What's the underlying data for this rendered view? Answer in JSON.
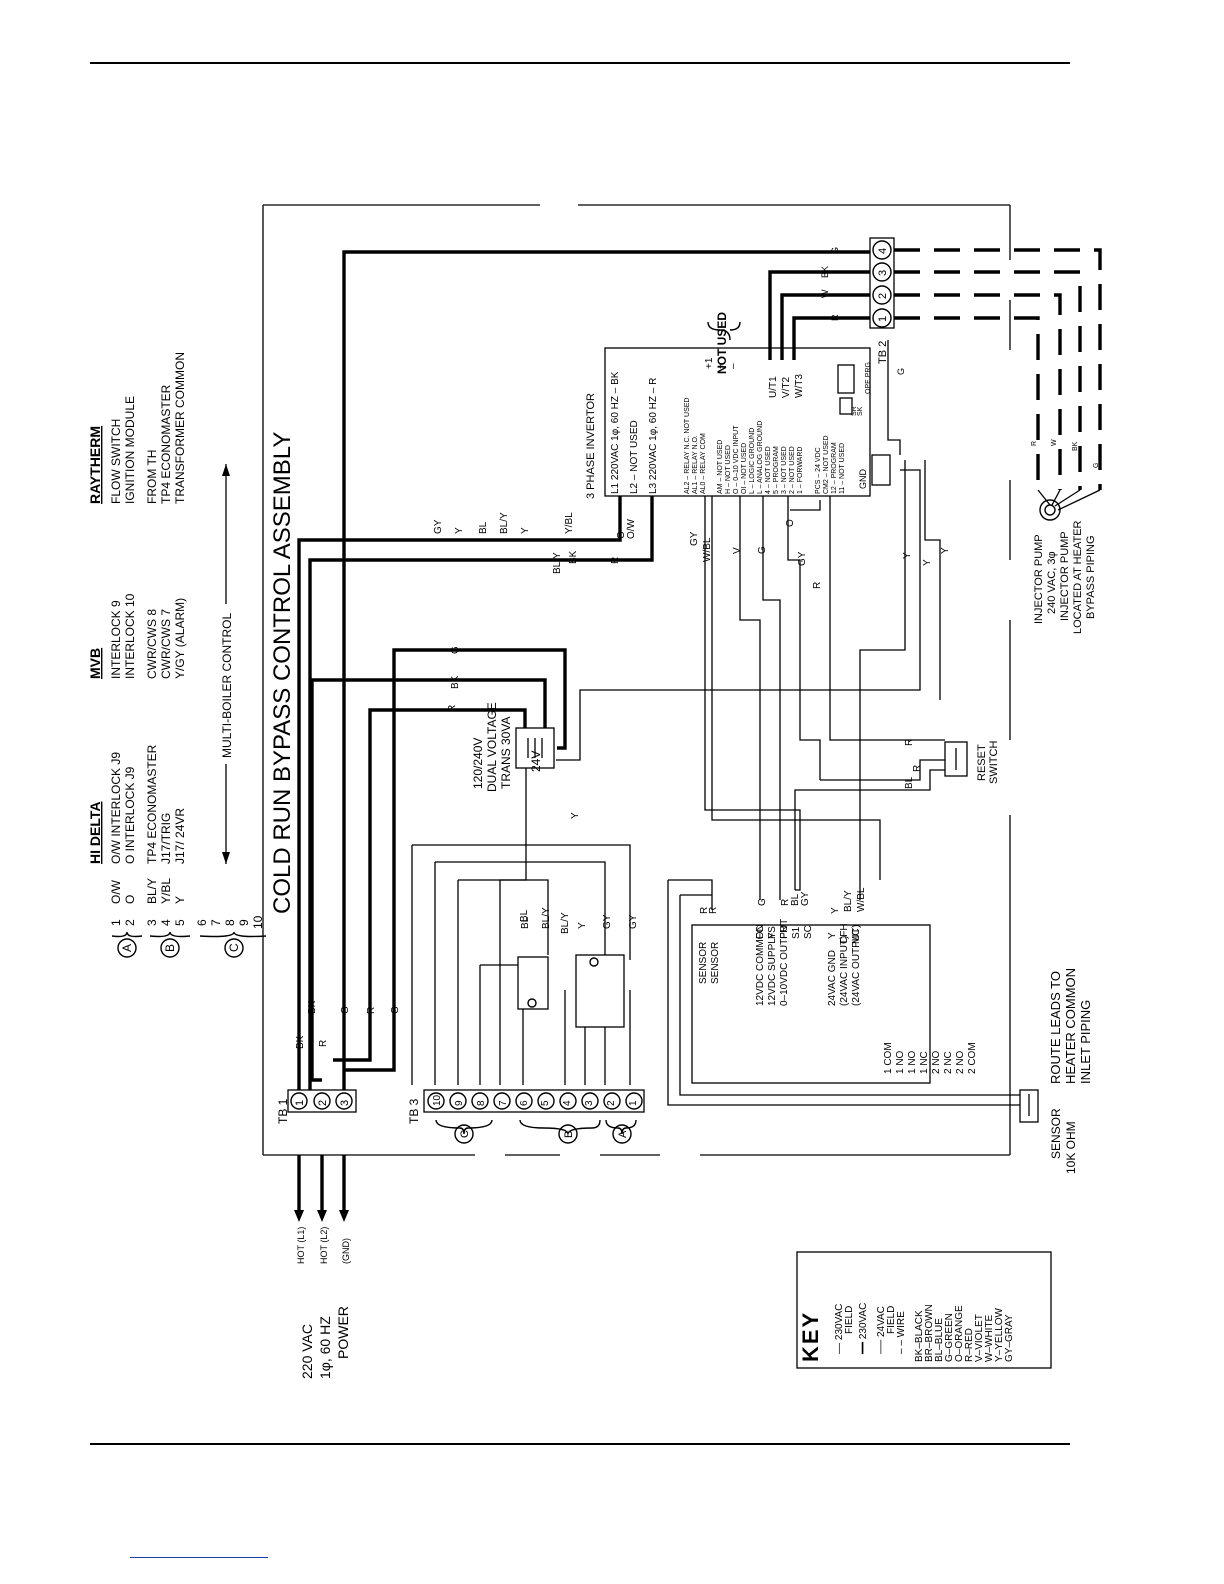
{
  "title": "COLD RUN BYPASS CONTROL ASSEMBLY",
  "columns": {
    "hi_delta": {
      "head": "HI DELTA",
      "rows": [
        "O/W INTERLOCK J9",
        "O INTERLOCK J9",
        "TP4 ECONOMASTER",
        "J17/TRIG",
        "J17/ 24VR"
      ]
    },
    "mvb": {
      "head": "MVB",
      "rows": [
        "INTERLOCK 9",
        "INTERLOCK 10",
        "CWR/CWS 8",
        "CWR/CWS 7",
        "Y/GY (ALARM)"
      ]
    },
    "raytherm": {
      "head": "RAYTHERM",
      "rows": [
        "FLOW SWITCH",
        "IGNITION MODULE",
        "FROM TH",
        "TP4 ECONOMASTER",
        "TRANSFORMER COMMON"
      ]
    }
  },
  "legend_rows": [
    {
      "num": "1",
      "wire": "O/W"
    },
    {
      "num": "2",
      "wire": "O"
    },
    {
      "num": "3",
      "wire": "BL/Y"
    },
    {
      "num": "4",
      "wire": "Y/BL"
    },
    {
      "num": "5",
      "wire": "Y"
    },
    {
      "num": "6",
      "wire": ""
    },
    {
      "num": "7",
      "wire": ""
    },
    {
      "num": "8",
      "wire": ""
    },
    {
      "num": "9",
      "wire": ""
    },
    {
      "num": "10",
      "wire": ""
    }
  ],
  "groups": [
    "A",
    "B",
    "C"
  ],
  "multi_boiler": "MULTI-BOILER CONTROL",
  "power": {
    "line1": "220 VAC",
    "line2": "1φ, 60 HZ",
    "line3": "POWER",
    "l1": "HOT (L1)",
    "l2": "HOT (L2)",
    "gnd": "(GND)"
  },
  "tb1": {
    "label": "TB 1",
    "terms": [
      "1",
      "2",
      "3"
    ]
  },
  "tb3": {
    "label": "TB 3",
    "terms": [
      "10",
      "9",
      "8",
      "7",
      "6",
      "5",
      "4",
      "3",
      "2",
      "1"
    ]
  },
  "tb2": {
    "label": "TB 2",
    "terms": [
      "1",
      "2",
      "3",
      "4"
    ]
  },
  "transformer": {
    "line1": "120/240V",
    "line2": "DUAL VOLTAGE",
    "line3": "TRANS 30VA",
    "tap": "24V"
  },
  "inverter": {
    "title": "3 PHASE INVERTOR",
    "l1": "L1 220VAC 1φ, 60 HZ – BK",
    "l2": "L2 – NOT USED",
    "l3": "L3 220VAC 1φ, 60 HZ – R",
    "relay": [
      "AL2 – RELAY N.C. NOT USED",
      "AL1 – RELAY N.O.",
      "AL0 – RELAY COM"
    ],
    "io": [
      "AM – NOT USED",
      "H – NOT USED",
      "O – 0–10 VDC INPUT",
      "OI – NOT USED",
      "L – LOGIC GROUND",
      "L – ANALOG GROUND",
      "4 – NOT USED",
      "5 – PROGRAM",
      "3 – NOT USED",
      "2 – NOT USED",
      "1 – FORWARD"
    ],
    "pcs": [
      "PCS – 24 VDC",
      "CM2 – NOT USED",
      "12 – PROGRAM",
      "11 – NOT USED"
    ],
    "pins": [
      "U/T1",
      "V/T2",
      "W/T3"
    ],
    "dc": [
      "+1",
      "+",
      "–"
    ],
    "gnd": "GND",
    "ope": "OPE PRG",
    "sr": "SR",
    "sk": "SK",
    "not_used": "NOT USED"
  },
  "wires": {
    "bk": "BK",
    "r": "R",
    "g": "G",
    "gy": "GY",
    "y": "Y",
    "bl": "BL",
    "bly": "BL/Y",
    "ybl": "Y/BL",
    "o": "O",
    "ow": "O/W",
    "wbl": "W/BL",
    "v": "V",
    "w": "W"
  },
  "controller": {
    "sensor1": "SENSOR",
    "sensor2": "SENSOR",
    "terms": [
      {
        "label": "12VDC COMMON",
        "code": "FC"
      },
      {
        "label": "12VDC SUPPLY",
        "code": "FS"
      },
      {
        "label": "0–10VDC OUTPUT",
        "code": "FR"
      },
      {
        "label": "",
        "code": "S1"
      },
      {
        "label": "",
        "code": "SC"
      },
      {
        "label": "24VAC GND",
        "code": "Y"
      },
      {
        "label": "(24VAC INPUT)",
        "code": "CFH"
      },
      {
        "label": "(24VAC OUTPUT)",
        "code": "MC"
      }
    ],
    "contacts": [
      "1 COM",
      "1 NO",
      "1 NO",
      "1 NC",
      "2 NO",
      "2 NC",
      "2 NO",
      "2 COM"
    ]
  },
  "reset": {
    "line1": "RESET",
    "line2": "SWITCH"
  },
  "pump": {
    "line1": "INJECTOR PUMP",
    "line2": "240 VAC, 3φ",
    "line3": "INJECTOR PUMP",
    "line4": "LOCATED AT HEATER",
    "line5": "BYPASS PIPING"
  },
  "sensor": {
    "line1": "SENSOR",
    "line2": "10K OHM"
  },
  "route": {
    "line1": "ROUTE LEADS TO",
    "line2": "HEATER COMMON",
    "line3": "INLET PIPING"
  },
  "key": {
    "title": "KEY",
    "rows": [
      "–– 230VAC",
      "FIELD",
      "━━ 230VAC",
      "── 24VAC",
      "FIELD",
      "– – WIRE",
      "BK–BLACK",
      "BR–BROWN",
      "BL–BLUE",
      "G–GREEN",
      "O–ORANGE",
      "R–RED",
      "V–VIOLET",
      "W–WHITE",
      "Y–YELLOW",
      "GY–GRAY"
    ]
  }
}
